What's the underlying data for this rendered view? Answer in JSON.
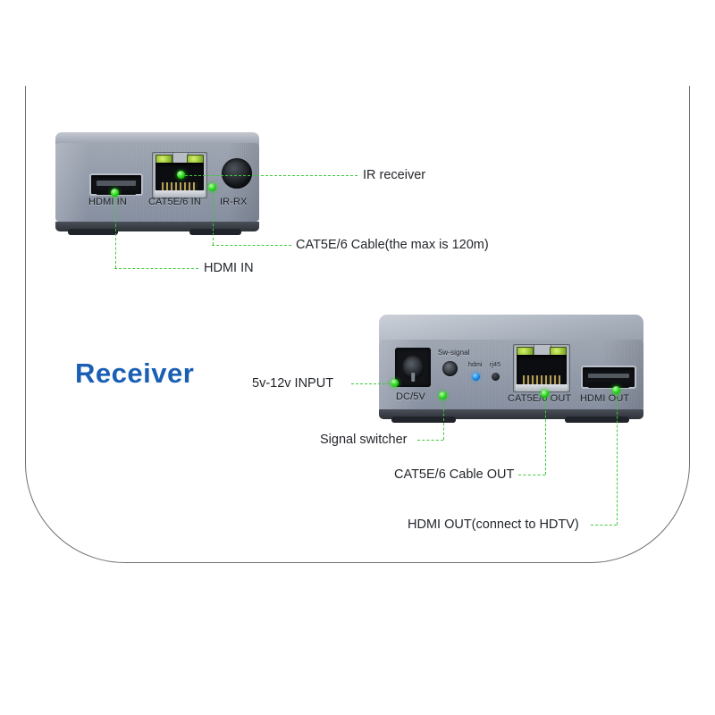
{
  "page": {
    "title": "Receiver",
    "title_color": "#1a5fb4",
    "annotation_color": "#3ec93a",
    "device_body_color": "#949cab"
  },
  "devices": [
    {
      "id": "top-device",
      "name": "receiver-input-unit",
      "ports": [
        {
          "id": "hdmi-in",
          "silk": "HDMI IN",
          "type": "hdmi"
        },
        {
          "id": "cat5e-in",
          "silk": "CAT5E/6 IN",
          "type": "rj45"
        },
        {
          "id": "ir-rx",
          "silk": "IR-RX",
          "type": "jack"
        }
      ]
    },
    {
      "id": "bottom-device",
      "name": "receiver-output-unit",
      "ports": [
        {
          "id": "dc-5v",
          "silk": "DC/5V",
          "type": "dc-jack"
        },
        {
          "id": "sw-signal",
          "silk": "Sw-signal",
          "type": "button"
        },
        {
          "id": "led-hdmi",
          "silk": "hdmi",
          "type": "led-blue"
        },
        {
          "id": "led-rj45",
          "silk": "rj45",
          "type": "led-dark"
        },
        {
          "id": "cat5e-out",
          "silk": "CAT5E/6 OUT",
          "type": "rj45"
        },
        {
          "id": "hdmi-out",
          "silk": "HDMI OUT",
          "type": "hdmi"
        }
      ]
    }
  ],
  "annotations": [
    {
      "id": "ir-receiver",
      "label": "IR receiver"
    },
    {
      "id": "cat5e-cable",
      "label": "CAT5E/6 Cable(the max is 120m)"
    },
    {
      "id": "hdmi-in",
      "label": "HDMI IN"
    },
    {
      "id": "power-input",
      "label": "5v-12v INPUT"
    },
    {
      "id": "signal-switcher",
      "label": "Signal switcher"
    },
    {
      "id": "cat5e-out",
      "label": "CAT5E/6 Cable OUT"
    },
    {
      "id": "hdmi-out",
      "label": "HDMI OUT(connect to HDTV)"
    }
  ]
}
